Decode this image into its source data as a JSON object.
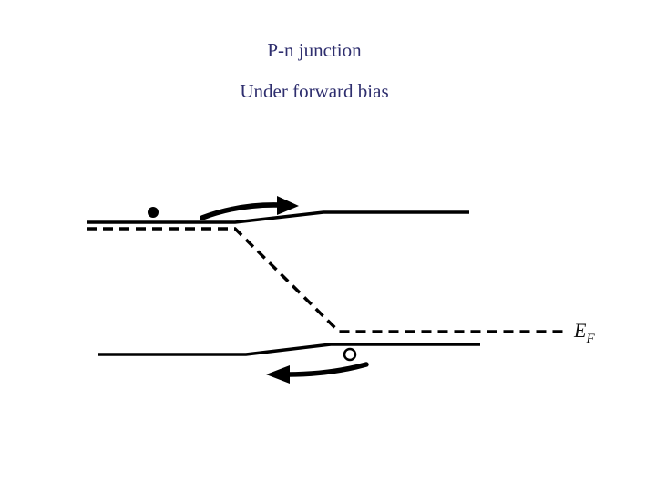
{
  "title": {
    "line1": "P-n junction",
    "line2": "Under forward bias"
  },
  "fermi_label": {
    "main": "E",
    "subscript": "F"
  },
  "colors": {
    "title_text": "#2e2e6e",
    "band_lines": "#000000",
    "background": "#ffffff"
  },
  "elements": {
    "conduction_band": "solid line, p-side low then sloped up to n-side",
    "valence_band": "solid line, p-side low then sloped up to n-side",
    "fermi_level": "dashed line, p-side high, dropping diagonally to n-side",
    "electron": "filled circle on p-side conduction band",
    "hole": "open circle on n-side valence band",
    "electron_arrow_direction": "right",
    "hole_arrow_direction": "left"
  }
}
